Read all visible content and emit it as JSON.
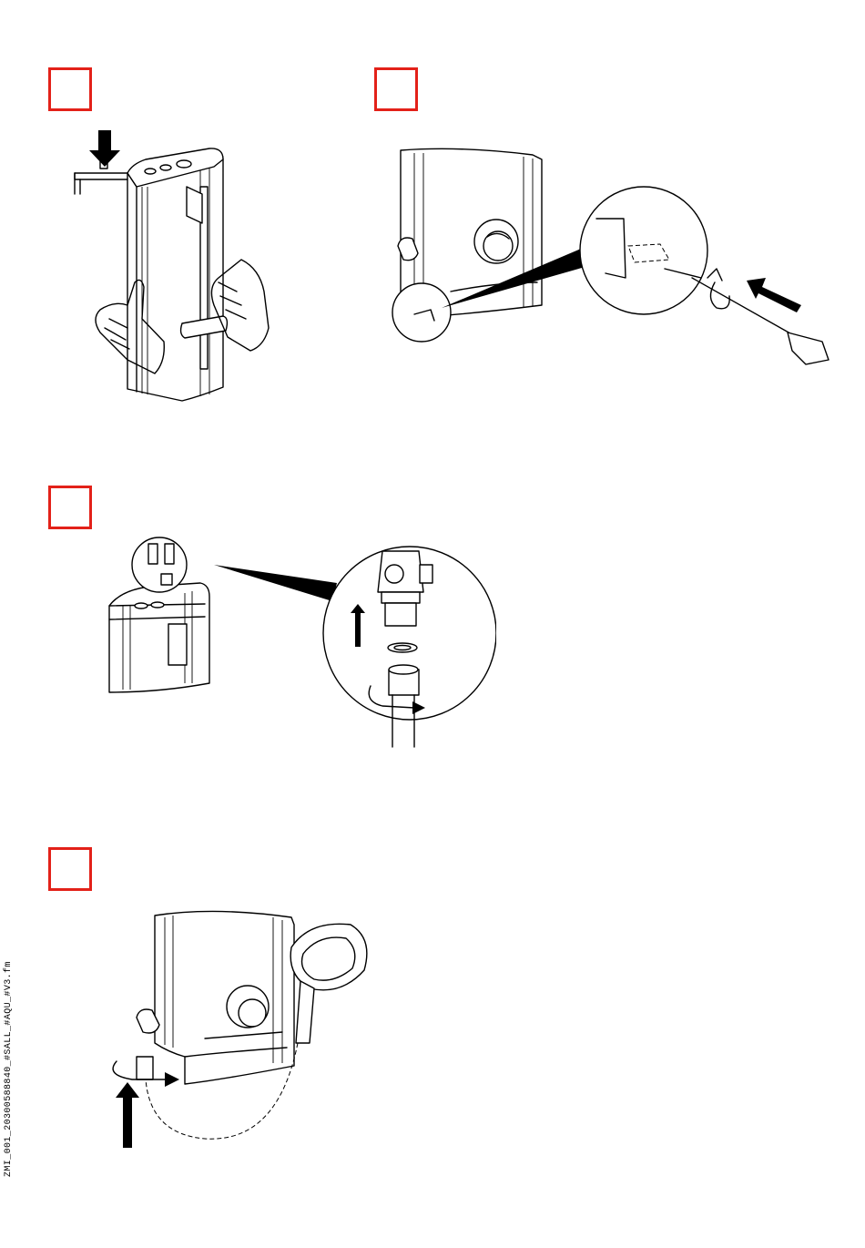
{
  "document": {
    "side_label": "ZMI_001_20300588840_#SALL_#AQU_#V3.fm"
  },
  "colors": {
    "step_box": "#e32119",
    "line": "#000000",
    "background": "#ffffff"
  },
  "steps": [
    {
      "id": 1,
      "illustration": "mount-panel-on-bracket-illustration"
    },
    {
      "id": 2,
      "illustration": "screw-fixing-detail-illustration"
    },
    {
      "id": 3,
      "illustration": "hose-connection-detail-illustration"
    },
    {
      "id": 4,
      "illustration": "hand-shower-hose-connection-illustration"
    }
  ]
}
